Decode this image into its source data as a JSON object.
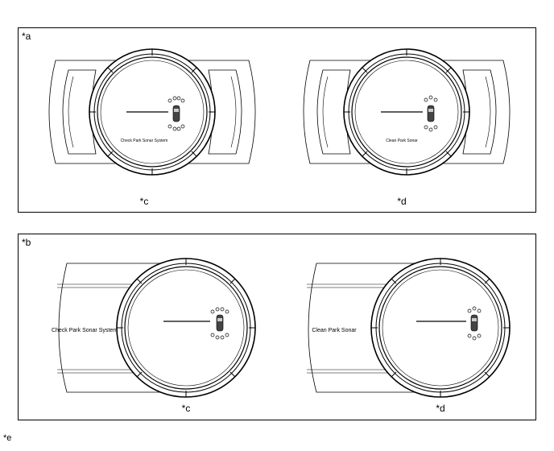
{
  "panel_a": {
    "label": "*a",
    "left_display": {
      "message": "Check Park Sonar System",
      "callout": "*c"
    },
    "right_display": {
      "message": "Clean Park Sonar",
      "callout": "*d"
    }
  },
  "panel_b": {
    "label": "*b",
    "left_display": {
      "message": "Check Park Sonar System",
      "callout": "*c"
    },
    "right_display": {
      "message": "Clean Park Sonar",
      "callout": "*d"
    }
  },
  "footer_label": "*e",
  "icons": [
    "car-top-view-icon",
    "sonar-sensor-icon"
  ]
}
